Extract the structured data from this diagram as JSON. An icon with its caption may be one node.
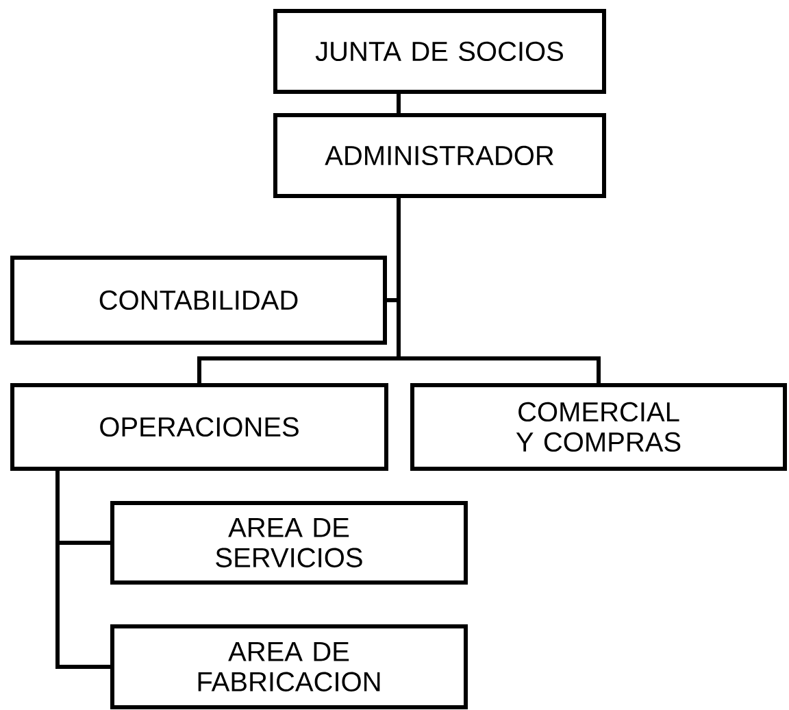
{
  "diagram": {
    "nodes": [
      {
        "text": [
          "JUNTA DE SOCIOS"
        ]
      },
      {
        "text": [
          "ADMINISTRADOR"
        ]
      },
      {
        "text": [
          "CONTABILIDAD"
        ]
      },
      {
        "text": [
          "OPERACIONES"
        ]
      },
      {
        "text": [
          "COMERCIAL Y COMPRAS"
        ]
      },
      {
        "text": [
          "AREA DE SERVICIOS"
        ]
      },
      {
        "text": [
          "AREA DE FABRICACION"
        ]
      }
    ],
    "edges": [
      {
        "from": 0,
        "to": 1,
        "arrow": "none"
      },
      {
        "from": 1,
        "to": 2,
        "arrow": "none"
      },
      {
        "from": 1,
        "to": 3,
        "arrow": "none"
      },
      {
        "from": 1,
        "to": 4,
        "arrow": "none"
      },
      {
        "from": 3,
        "to": 5,
        "arrow": "none"
      },
      {
        "from": 3,
        "to": 6,
        "arrow": "none"
      }
    ]
  }
}
